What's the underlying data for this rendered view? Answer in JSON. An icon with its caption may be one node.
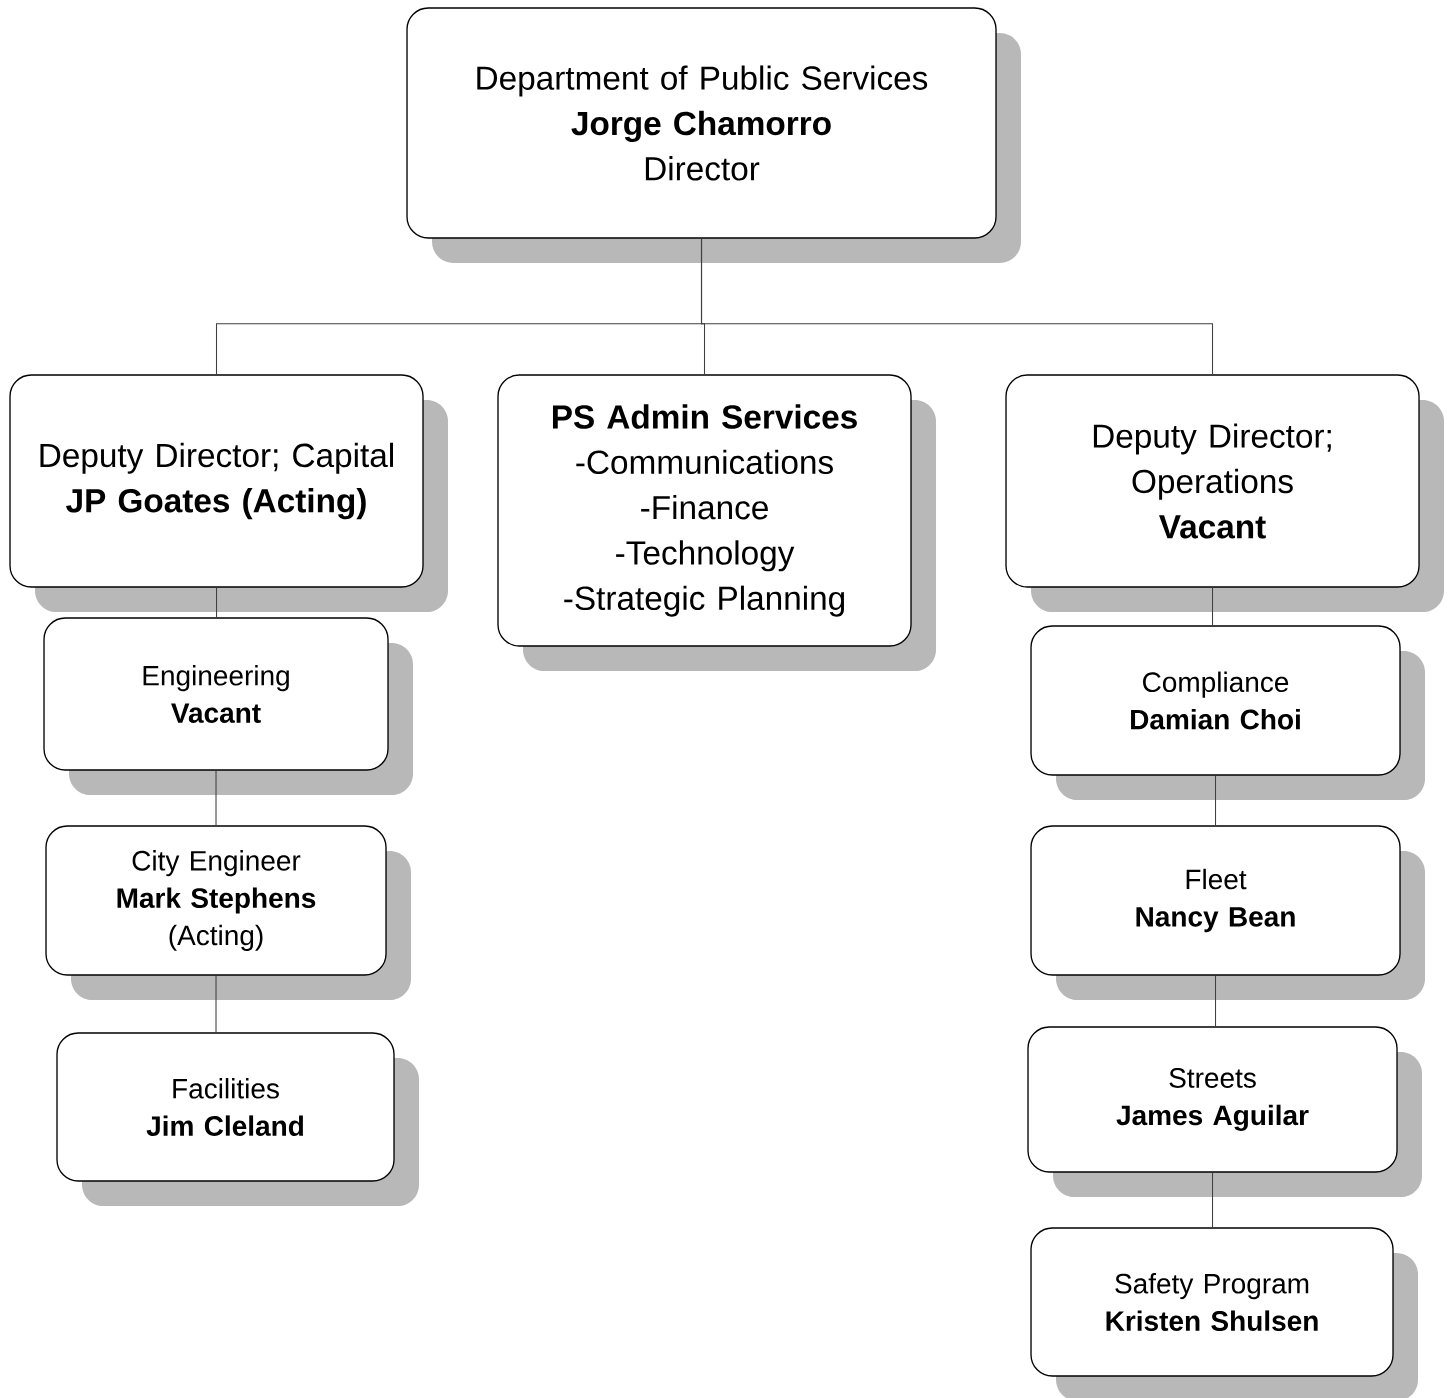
{
  "diagram": {
    "nodes": [
      {
        "text": [
          "Department of Public Services",
          "Jorge Chamorro",
          "Director"
        ]
      },
      {
        "text": [
          "Deputy Director; Capital",
          "JP Goates (Acting)"
        ]
      },
      {
        "text": [
          "PS Admin Services",
          "-Communications",
          "-Finance",
          "-Technology",
          "-Strategic Planning"
        ]
      },
      {
        "text": [
          "Deputy Director; Operations",
          "Vacant"
        ]
      },
      {
        "text": [
          "Engineering",
          "Vacant"
        ]
      },
      {
        "text": [
          "City Engineer",
          "Mark Stephens",
          "(Acting)"
        ]
      },
      {
        "text": [
          "Facilities",
          "Jim Cleland"
        ]
      },
      {
        "text": [
          "Compliance",
          "Damian Choi"
        ]
      },
      {
        "text": [
          "Fleet",
          "Nancy Bean"
        ]
      },
      {
        "text": [
          "Streets",
          "James Aguilar"
        ]
      },
      {
        "text": [
          "Safety Program",
          "Kristen Shulsen"
        ]
      }
    ],
    "edges": [
      {
        "from": 0,
        "to": 1,
        "arrow": "none"
      },
      {
        "from": 0,
        "to": 2,
        "arrow": "none"
      },
      {
        "from": 0,
        "to": 3,
        "arrow": "none"
      },
      {
        "from": 1,
        "to": 4,
        "arrow": "none"
      },
      {
        "from": 4,
        "to": 5,
        "arrow": "none"
      },
      {
        "from": 5,
        "to": 6,
        "arrow": "none"
      },
      {
        "from": 3,
        "to": 7,
        "arrow": "none"
      },
      {
        "from": 7,
        "to": 8,
        "arrow": "none"
      },
      {
        "from": 8,
        "to": 9,
        "arrow": "none"
      },
      {
        "from": 9,
        "to": 10,
        "arrow": "none"
      }
    ]
  }
}
